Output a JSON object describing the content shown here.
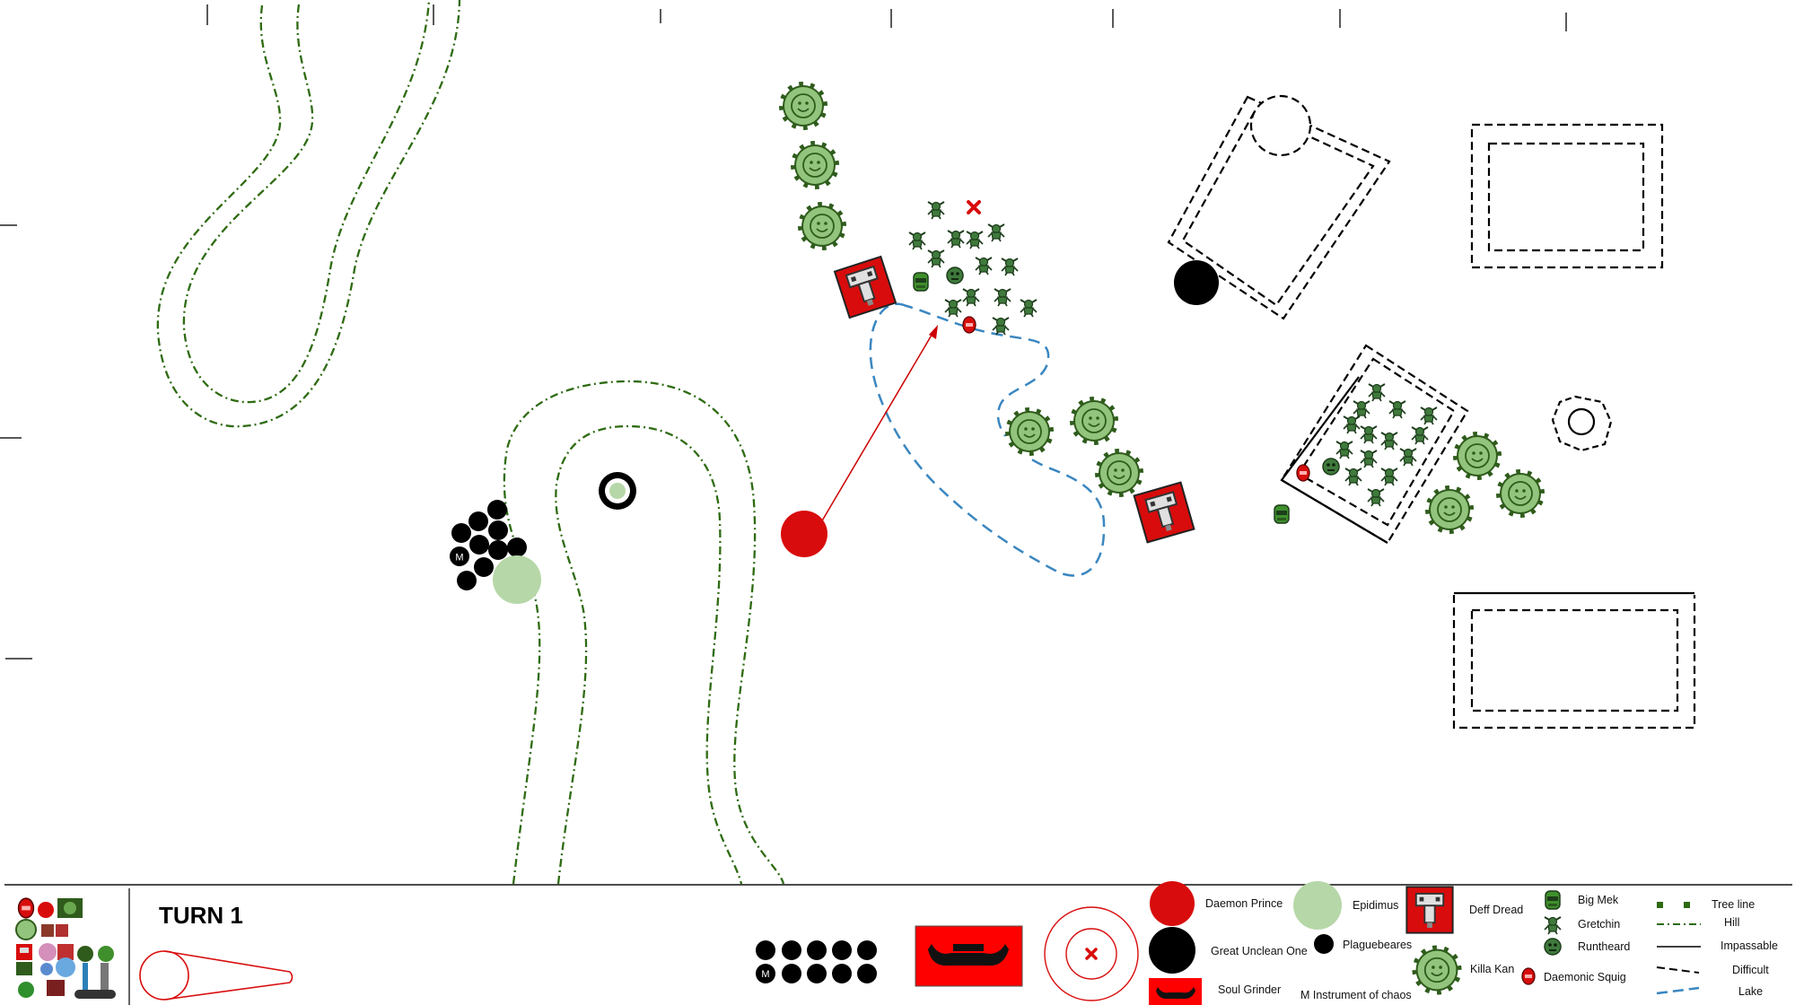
{
  "turn_label": "TURN 1",
  "legend": {
    "daemon_prince": "Daemon Prince",
    "great_unclean_one": "Great Unclean One",
    "soul_grinder": "Soul Grinder",
    "epidimus": "Epidimus",
    "plaguebearers": "Plaguebeares",
    "instrument_of_chaos": "M  Instrument of chaos",
    "deff_dread": "Deff Dread",
    "killa_kan": "Killa Kan",
    "big_mek": "Big Mek",
    "gretchin": "Gretchin",
    "runtheard": "Runtheard",
    "daemonic_squig": "Daemonic Squig",
    "tree_line": "Tree line",
    "hill": "Hill",
    "impassable": "Impassable",
    "difficult": "Difficult",
    "lake": "Lake"
  },
  "instrument_marker": "M",
  "colors": {
    "hill_line": "#2e6b12",
    "lake_line": "#3a86c0",
    "daemon_red": "#d80c0c",
    "ork_light": "#93c47d",
    "ork_dark": "#2f5c1c",
    "plaguebearer": "#000000",
    "epidimus": "#b6d7a8"
  },
  "icons": [
    "killa-kan-icon",
    "deff-dread-icon",
    "gretchin-icon",
    "big-mek-icon",
    "runtheard-icon",
    "squig-icon",
    "daemon-prince-icon",
    "great-unclean-one-icon",
    "plaguebearer-icon",
    "epidimus-icon",
    "soul-grinder-icon",
    "template-icon"
  ]
}
